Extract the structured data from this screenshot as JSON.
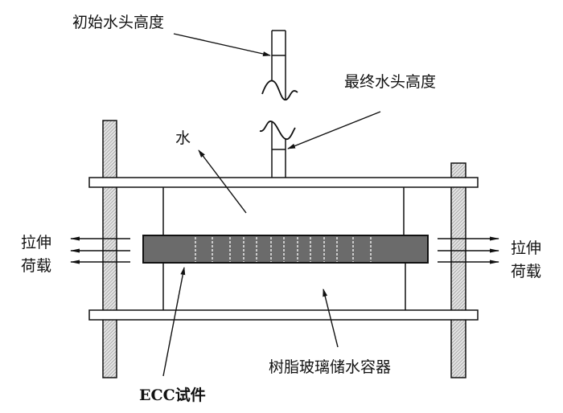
{
  "diagram": {
    "title": "ECC试件抗渗试验装置示意",
    "labels": {
      "initial_head": "初始水头高度",
      "final_head": "最终水头高度",
      "water": "水",
      "load_left_line1": "拉伸",
      "load_left_line2": "荷载",
      "load_right_line1": "拉伸",
      "load_right_line2": "荷载",
      "container": "树脂玻璃储水容器",
      "specimen": "ECC试件"
    },
    "specimen": {
      "crack_count": 13,
      "fill_color": "#6b6b6b",
      "crack_color": "#ffffff"
    },
    "colors": {
      "stroke": "#111111",
      "post_fill": "#cfcfcf",
      "plate_fill": "#ffffff"
    },
    "tension_arrows_per_side": 3
  }
}
